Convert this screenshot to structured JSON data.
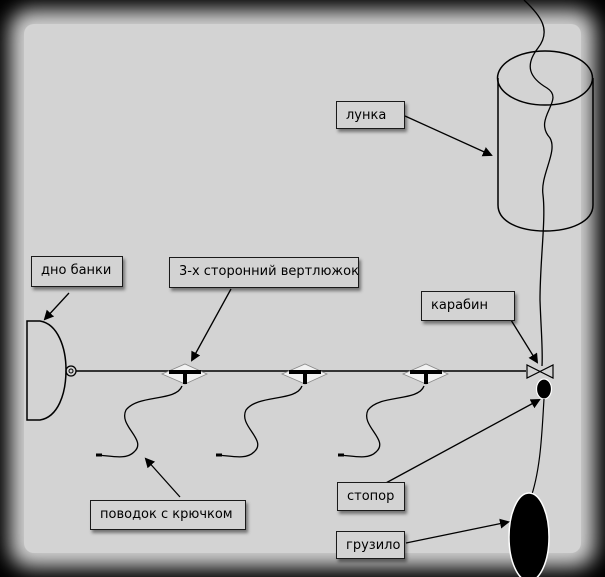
{
  "labels": {
    "hole": "лунка",
    "jar_bottom": "дно банки",
    "swivel": "3-х сторонний вертлюжок",
    "carabiner": "карабин",
    "leash": "поводок с крючком",
    "stopper": "стопор",
    "sinker": "грузило"
  },
  "colors": {
    "background": "#d3d3d3",
    "outer": "#000000",
    "line": "#000000",
    "label_fill": "#d3d3d3"
  }
}
